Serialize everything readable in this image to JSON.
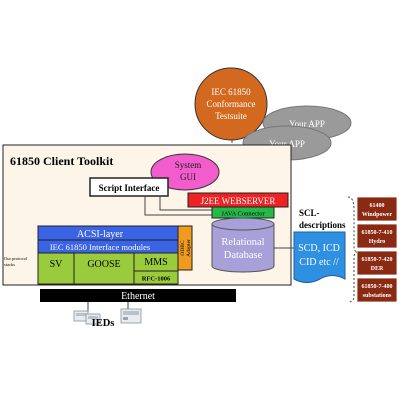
{
  "conformance": {
    "line1": "IEC 61850",
    "line2": "Conformance",
    "line3": "Testsuite"
  },
  "apps": {
    "back": "Your APP",
    "front": "Your APP"
  },
  "toolkit": {
    "title": "61850 Client Toolkit",
    "system_gui": {
      "line1": "System",
      "line2": "GUI"
    },
    "script_interface": "Script Interface",
    "j2ee": "J2EE WEBSERVER",
    "java_connector": "JAVA Connector",
    "acsi": "ACSI-layer",
    "iec_modules": "IEC 61850 Interface modules",
    "odbc": {
      "line1": "ODBC",
      "line2": "Adapter"
    },
    "database": {
      "line1": "Relational",
      "line2": "Database"
    },
    "protocol_note": {
      "line1": "Our protocol",
      "line2": "stacks"
    },
    "sv": "SV",
    "goose": "GOOSE",
    "mms": "MMS",
    "rfc": "RFC-1006"
  },
  "ethernet": "Ethernet",
  "ieds": "IEDs",
  "scl": {
    "title_line1": "SCL-",
    "title_line2": "descriptions",
    "doc_line1": "SCD, ICD",
    "doc_line2": "CID etc //"
  },
  "standards": [
    {
      "line1": "61400",
      "line2": "Windpower"
    },
    {
      "line1": "61850-7-410",
      "line2": "Hydro"
    },
    {
      "line1": "61850-7-420",
      "line2": "DER"
    },
    {
      "line1": "61850-7-400",
      "line2": "substations"
    }
  ],
  "colors": {
    "conformance_fill": "#d2691e",
    "app_fill": "#9a9a9a",
    "toolkit_bg": "#fdf5e8",
    "gui_fill": "#f25ccd",
    "j2ee_fill": "#ee2222",
    "java_fill": "#25b84a",
    "acsi_fill": "#3a63e6",
    "stack_fill": "#9acb3c",
    "odbc_fill": "#f09a20",
    "db_fill": "#a8a0d8",
    "scl_fill": "#2f8fe0",
    "std_fill": "#8b2a12",
    "ethernet_fill": "#000000"
  }
}
